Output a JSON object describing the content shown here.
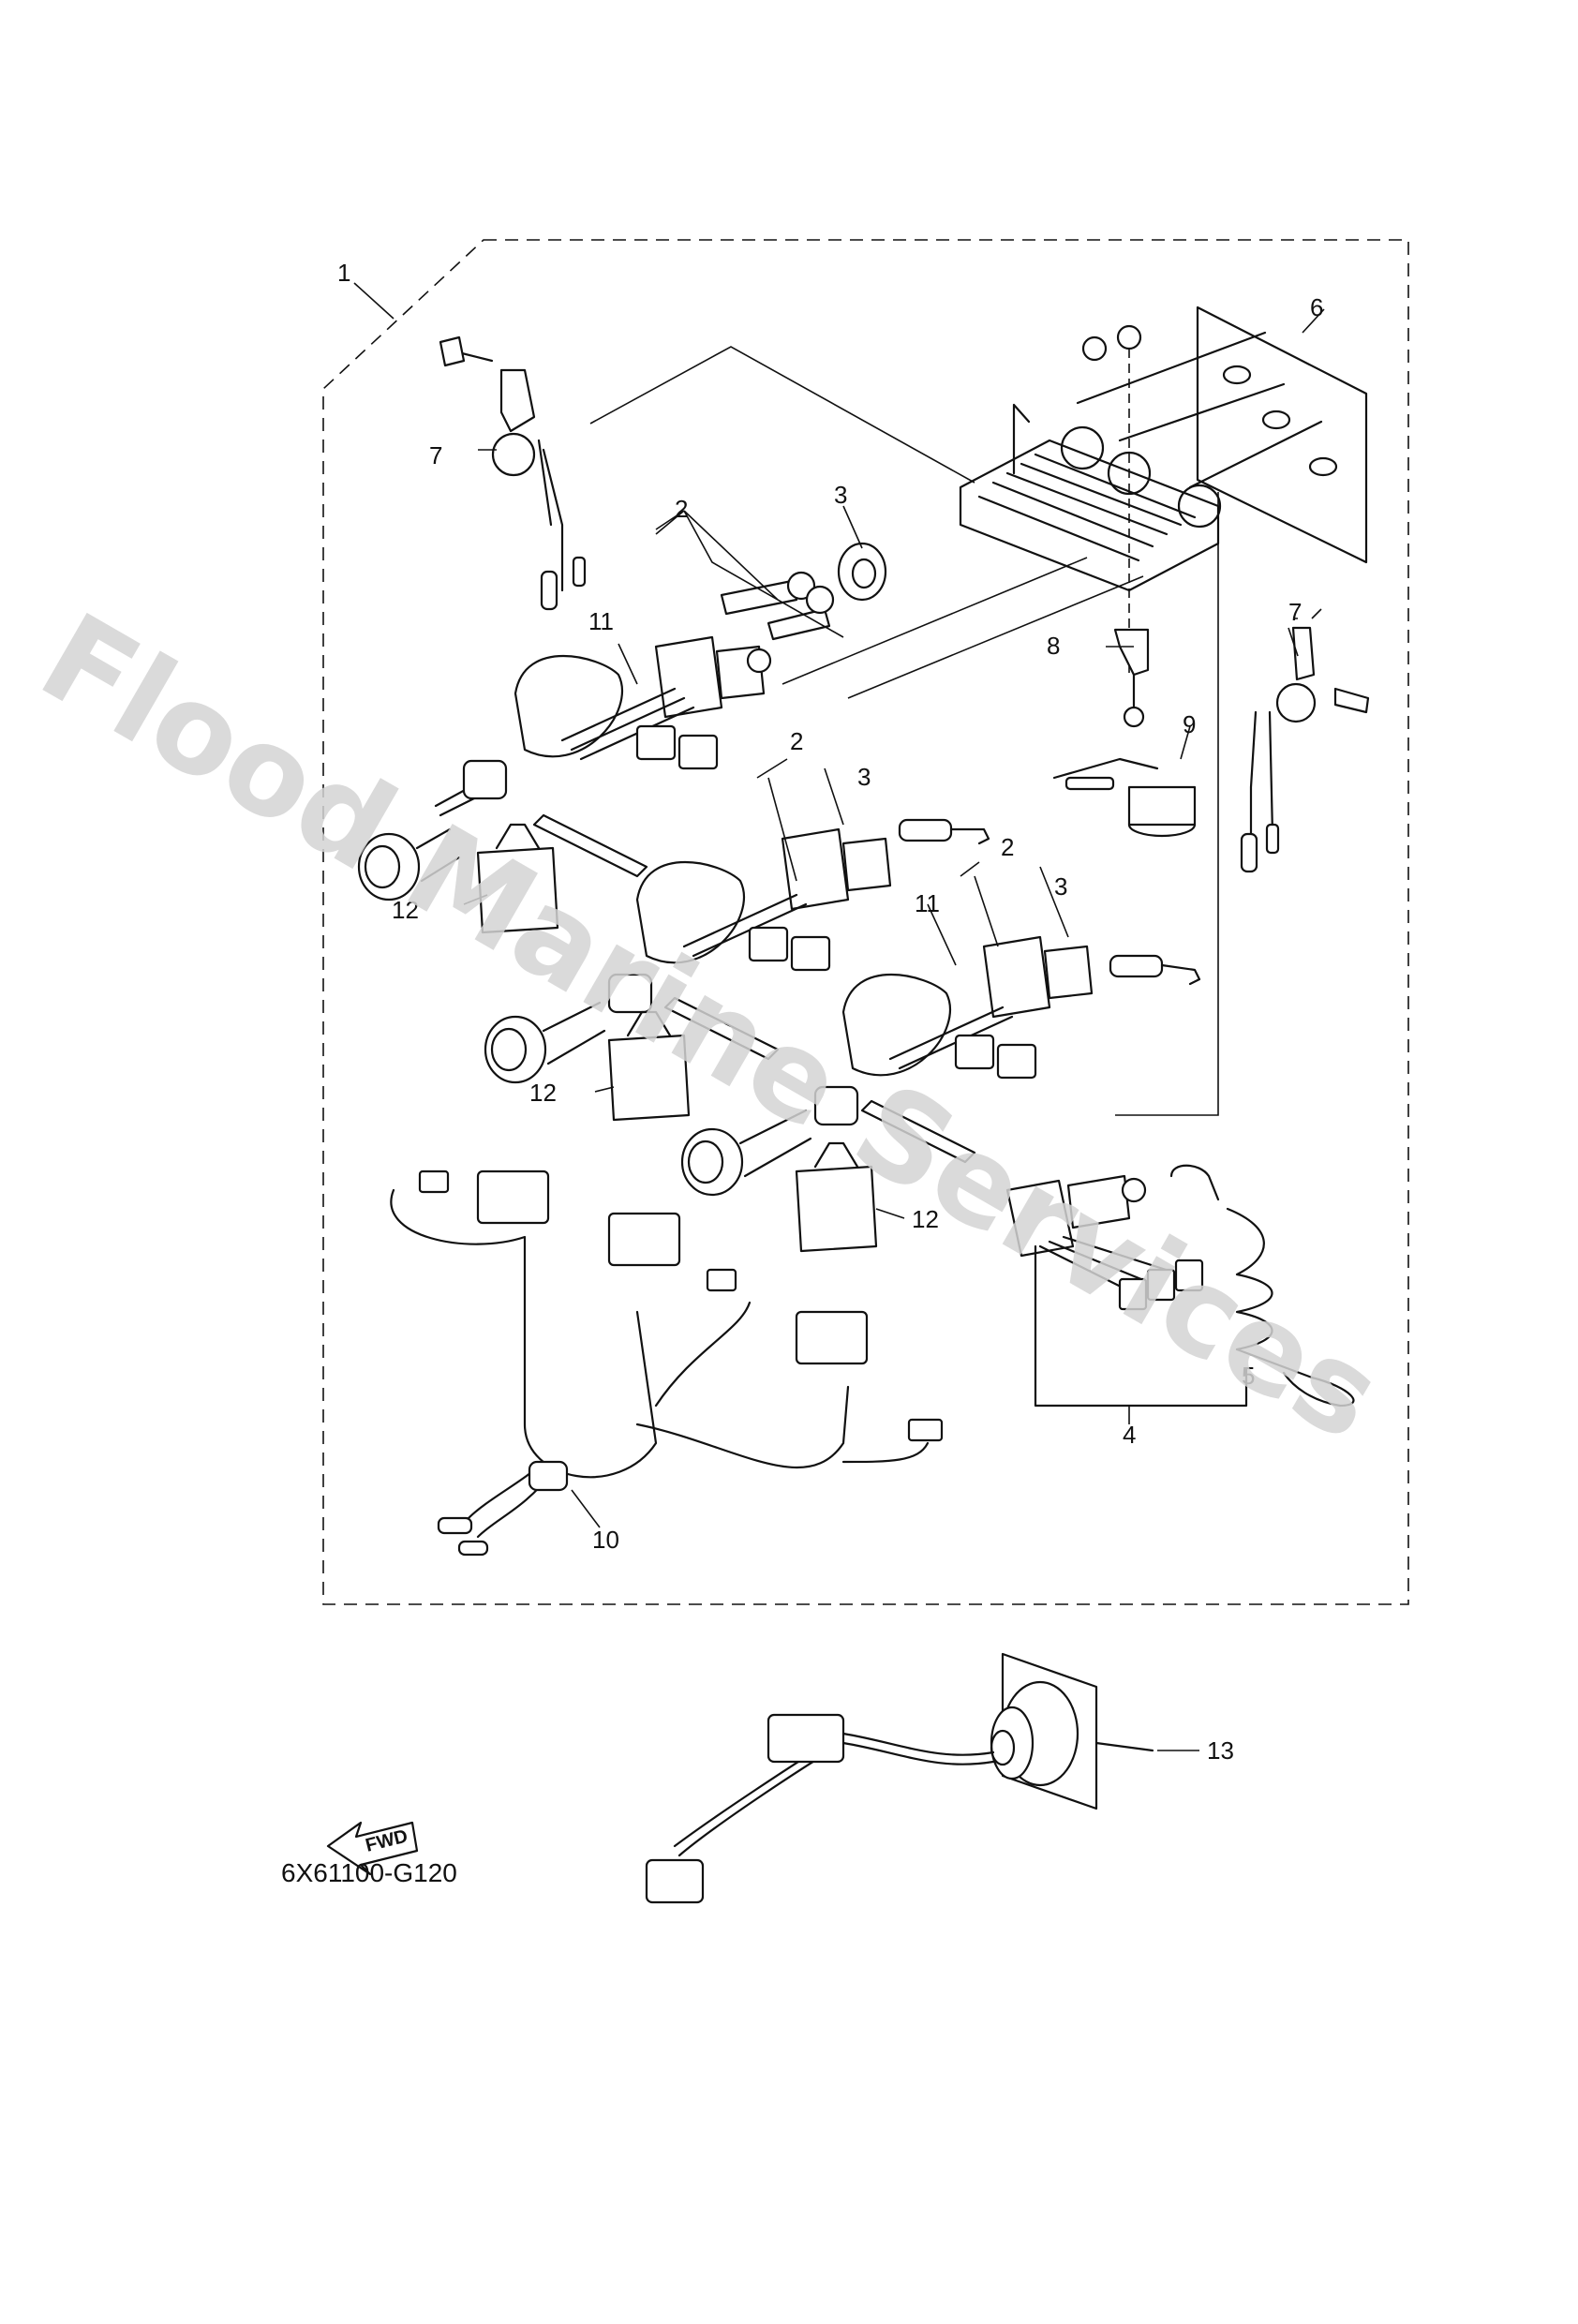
{
  "watermark": "Flood Marine Services",
  "drawing_code": "6X61100-G120",
  "fwd_label": "FWD",
  "callouts": {
    "c1": "1",
    "c2a": "2",
    "c2b": "2",
    "c2c": "2",
    "c3a": "3",
    "c3b": "3",
    "c3c": "3",
    "c4": "4",
    "c5": "5",
    "c6": "6",
    "c7a": "7",
    "c7b": "7",
    "c8": "8",
    "c9": "9",
    "c10": "10",
    "c11a": "11",
    "c11b": "11",
    "c12a": "12",
    "c12b": "12",
    "c12c": "12",
    "c13": "13"
  }
}
